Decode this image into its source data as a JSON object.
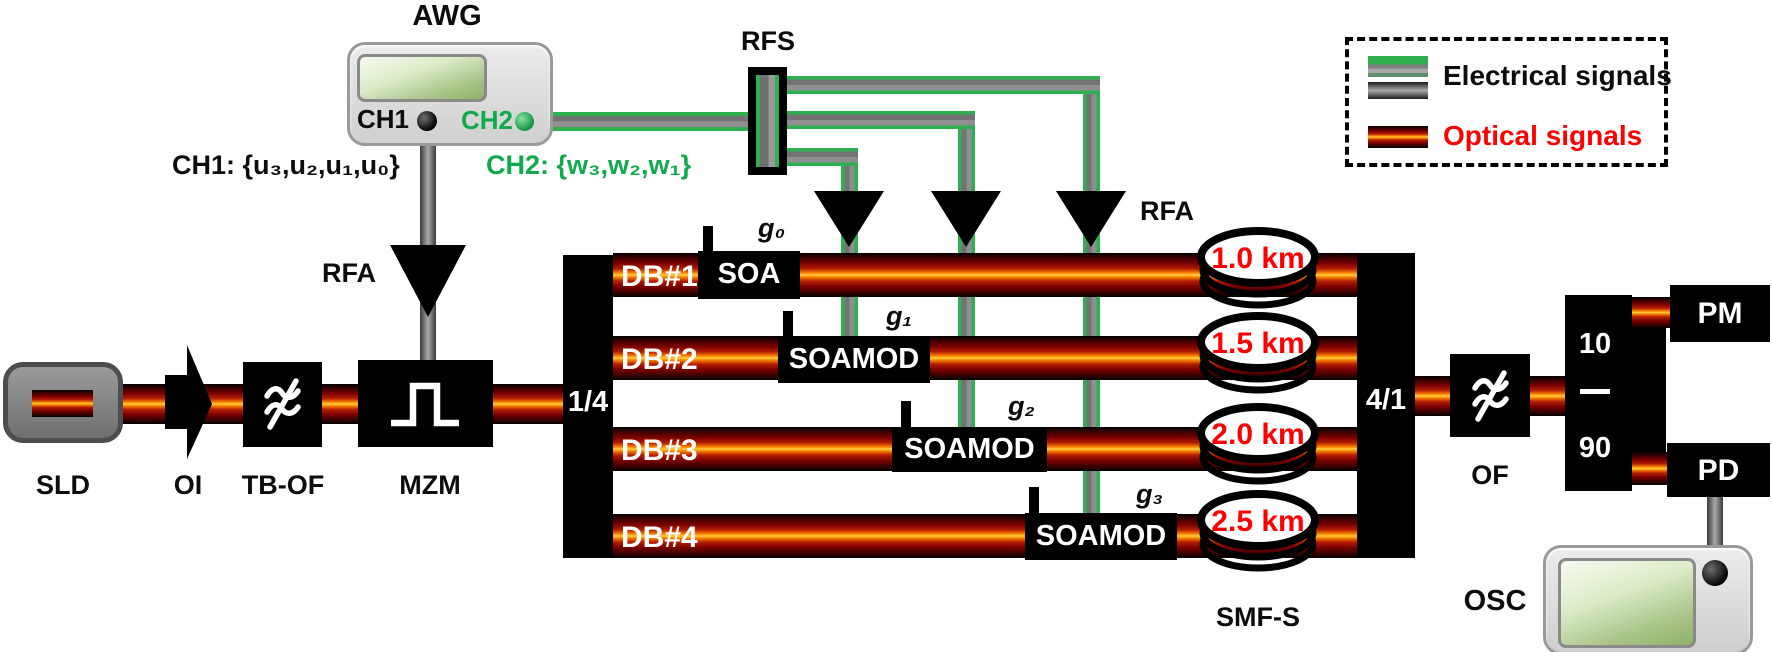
{
  "awg": {
    "title": "AWG",
    "ch1": "CH1",
    "ch2": "CH2"
  },
  "formulas": {
    "ch1": "CH1: {u₃,u₂,u₁,u₀}",
    "ch2": "CH2: {w₃,w₂,w₁}"
  },
  "rf": {
    "rfs": "RFS",
    "rfa_main": "RFA",
    "rfa_branch": "RFA"
  },
  "source_chain": {
    "sld": "SLD",
    "oi": "OI",
    "tbof": "TB-OF",
    "mzm": "MZM"
  },
  "splitters": {
    "split": "1/4",
    "combine": "4/1",
    "tap_top": "10",
    "tap_bottom": "90"
  },
  "branches": [
    {
      "label": "DB#1",
      "device": "SOA",
      "gain": "g₀",
      "fiber": "1.0 km"
    },
    {
      "label": "DB#2",
      "device": "SOAMOD",
      "gain": "g₁",
      "fiber": "1.5 km"
    },
    {
      "label": "DB#3",
      "device": "SOAMOD",
      "gain": "g₂",
      "fiber": "2.0 km"
    },
    {
      "label": "DB#4",
      "device": "SOAMOD",
      "gain": "g₃",
      "fiber": "2.5 km"
    }
  ],
  "fiber_section": {
    "label": "SMF-S"
  },
  "output_chain": {
    "of": "OF",
    "pm": "PM",
    "pd": "PD",
    "osc": "OSC"
  },
  "legend": {
    "electrical": "Electrical signals",
    "optical": "Optical signals"
  },
  "colors": {
    "green_text": "#0faa4b",
    "cable_green": "#2eb050",
    "optical_red": "#fe0000"
  }
}
